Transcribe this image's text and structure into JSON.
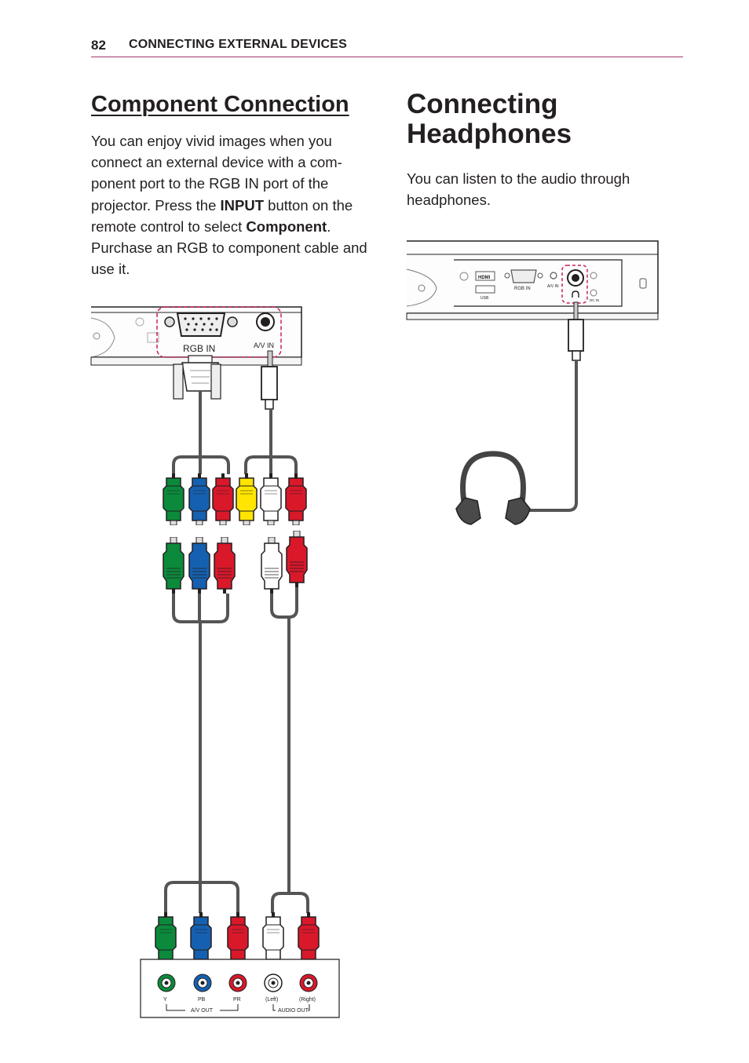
{
  "header": {
    "page_number": "82",
    "section_title": "CONNECTING EXTERNAL DEVICES"
  },
  "component_section": {
    "title": "Component Connection",
    "body_parts": [
      "You can enjoy vivid images when you connect an external device with a com-ponent port to the RGB IN port of the projector. Press the ",
      "INPUT",
      " button on the remote control to select ",
      "Component",
      ". Purchase an RGB to component cable and use it."
    ],
    "figure": {
      "port_rgb_in": "RGB IN",
      "port_av_in": "A/V IN",
      "jack_labels": [
        "Y",
        "PB",
        "PR",
        "(Left)",
        "(Right)"
      ],
      "group_av_out": "A/V OUT",
      "group_audio_out": "AUDIO OUT"
    }
  },
  "headphones_section": {
    "title": "Connecting Headphones",
    "body": "You can listen to the audio through headphones.",
    "figure": {
      "port_hdmi": "HDMI",
      "port_rgb_in": "RGB IN",
      "port_av_in": "A/V IN",
      "port_usb": "USB",
      "port_dc_in": "DC IN"
    }
  },
  "colors": {
    "accent_rule": "#a4376f",
    "dashed_highlight": "#c8205a",
    "plug_green": "#0b8a3c",
    "plug_blue": "#1560b0",
    "plug_red": "#d9182a",
    "plug_yellow": "#ffe500",
    "plug_white": "#ffffff"
  }
}
